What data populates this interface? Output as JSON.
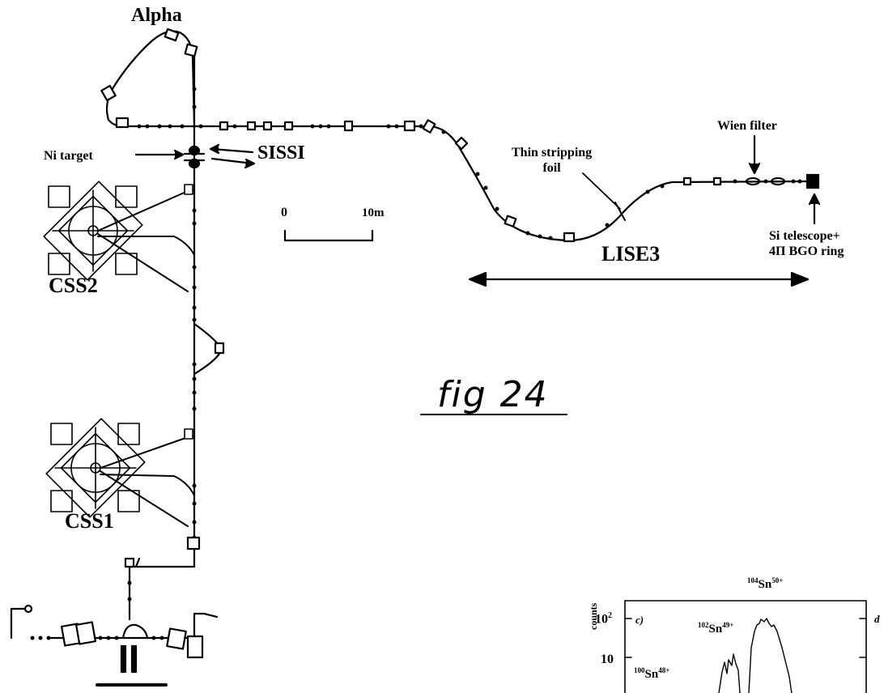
{
  "labels": {
    "alpha": "Alpha",
    "ni_target": "Ni target",
    "sissi": "SISSI",
    "css2": "CSS2",
    "css1": "CSS1",
    "thin_stripping_line1": "Thin stripping",
    "thin_stripping_line2": "foil",
    "wien_filter": "Wien filter",
    "si_telescope_line1": "Si telescope+",
    "si_telescope_line2": "4Π BGO ring",
    "lise3": "LISE3",
    "fig": "fig 24"
  },
  "scale_bar": {
    "start": "0",
    "end": "10m"
  },
  "inset": {
    "panel_c": "c)",
    "panel_d": "d",
    "ylabel": "counts",
    "ytick_base": "10",
    "ytick_exp": "2",
    "ytick_10": "10",
    "peaks": [
      {
        "mass": "104",
        "element": "Sn",
        "charge": "50+"
      },
      {
        "mass": "102",
        "element": "Sn",
        "charge": "49+"
      },
      {
        "mass": "100",
        "element": "Sn",
        "charge": "48+"
      }
    ]
  },
  "colors": {
    "ink": "#000000",
    "paper": "#ffffff"
  }
}
